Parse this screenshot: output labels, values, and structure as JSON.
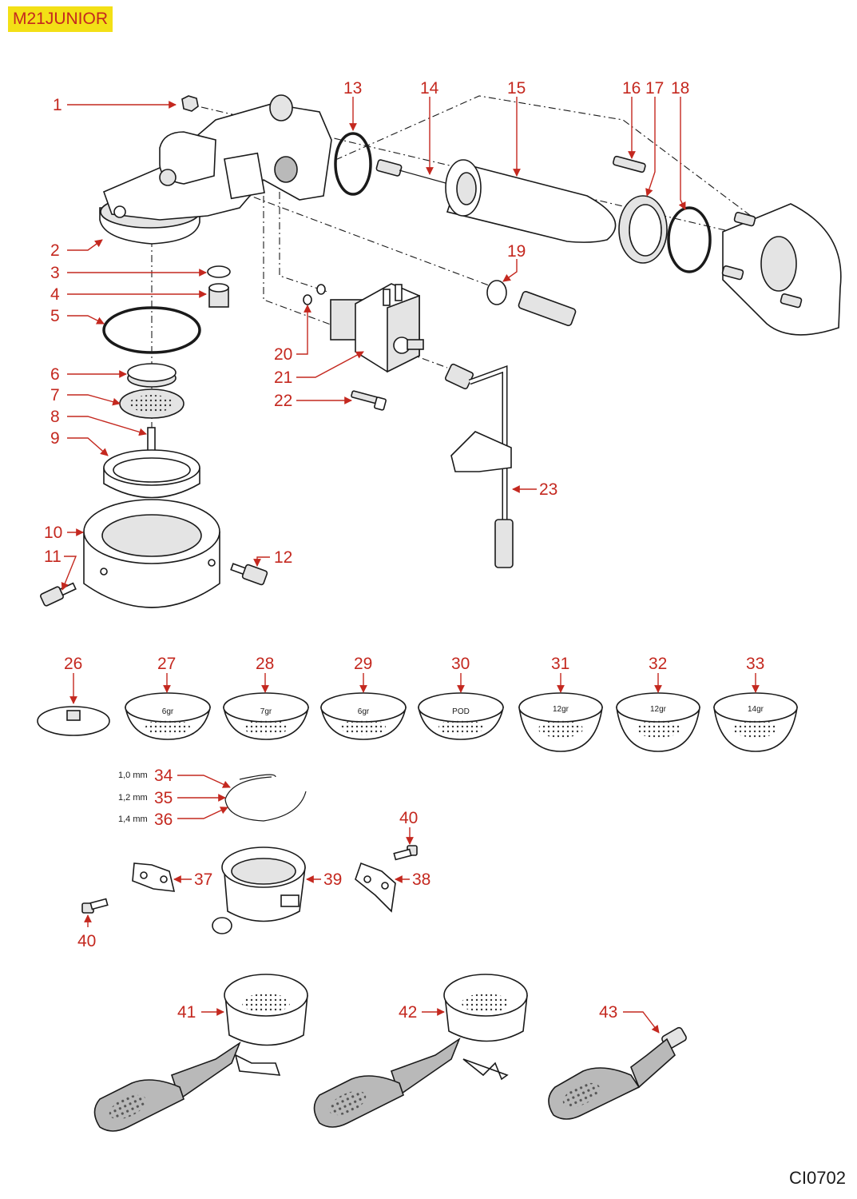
{
  "header": {
    "model": "M21JUNIOR"
  },
  "footer": {
    "code": "CI0702"
  },
  "colors": {
    "label": "#c4281f",
    "tag_background": "#f3e016",
    "line": "#1a1a1a"
  },
  "callouts": {
    "c1": "1",
    "c2": "2",
    "c3": "3",
    "c4": "4",
    "c5": "5",
    "c6": "6",
    "c7": "7",
    "c8": "8",
    "c9": "9",
    "c10": "10",
    "c11": "11",
    "c12": "12",
    "c13": "13",
    "c14": "14",
    "c15": "15",
    "c16": "16",
    "c17": "17",
    "c18": "18",
    "c19": "19",
    "c20": "20",
    "c21": "21",
    "c22": "22",
    "c23": "23",
    "c26": "26",
    "c27": "27",
    "c28": "28",
    "c29": "29",
    "c30": "30",
    "c31": "31",
    "c32": "32",
    "c33": "33",
    "c34": "34",
    "c35": "35",
    "c36": "36",
    "c37": "37",
    "c38": "38",
    "c39": "39",
    "c40a": "40",
    "c40b": "40",
    "c41": "41",
    "c42": "42",
    "c43": "43"
  },
  "gasket_sizes": {
    "s34": "1,0 mm",
    "s35": "1,2 mm",
    "s36": "1,4 mm"
  },
  "basket_labels": {
    "b27": "6gr",
    "b28": "7gr",
    "b29": "6gr",
    "b30": "POD",
    "b31": "12gr",
    "b32": "12gr",
    "b33": "14gr"
  }
}
